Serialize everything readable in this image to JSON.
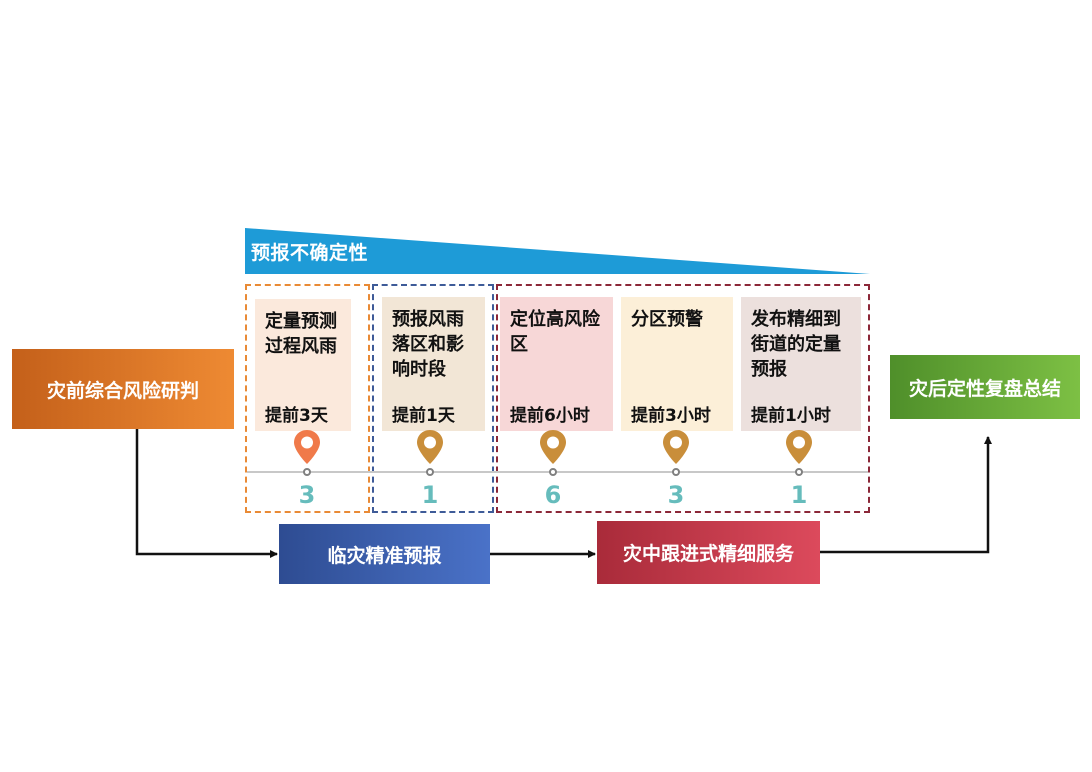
{
  "uncertainty_label": "预报不确定性",
  "stages": {
    "pre": "灾前综合风险研判",
    "forecast": "临灾精准预报",
    "during": "灾中跟进式精细服务",
    "post": "灾后定性复盘总结"
  },
  "cards": [
    {
      "title": "定量预测过程风雨",
      "lead": "提前3天",
      "digit": "3"
    },
    {
      "title": "预报风雨落区和影响时段",
      "lead": "提前1天",
      "digit": "1"
    },
    {
      "title": "定位高风险区",
      "lead": "提前6小时",
      "digit": "6"
    },
    {
      "title": "分区预警",
      "lead": "提前3小时",
      "digit": "3"
    },
    {
      "title": "发布精细到街道的定量预报",
      "lead": "提前1小时",
      "digit": "1"
    }
  ],
  "colors": {
    "pre": "#e6782a",
    "forecast": "#3a5fab",
    "during": "#c83a4b",
    "post": "#65ac37",
    "wedge": "#1e9bd7",
    "pin_first": "#f07a4a",
    "pin_other": "#c98e3a",
    "digit": "#66bcbc"
  }
}
